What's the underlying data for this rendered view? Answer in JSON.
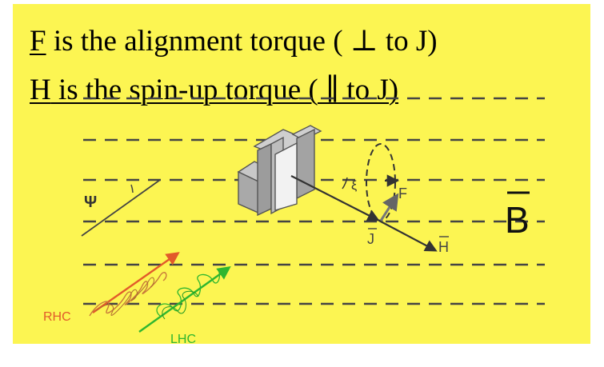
{
  "heading": {
    "line1": {
      "symbol": "F",
      "text": " is the alignment torque ( ⊥ to J)"
    },
    "line2": {
      "symbol": "H",
      "text": " is the spin-up torque ( ∥ to J)"
    }
  },
  "diagram": {
    "psi_label": "Ψ",
    "xi_label": "ξ",
    "F_label": "F",
    "J_label": "J",
    "H_label": "H",
    "B_label": "B",
    "rhc_label": "RHC",
    "lhc_label": "LHC"
  },
  "colors": {
    "background": "#fcf552",
    "rhc": "#e25a2a",
    "lhc": "#2fb62f",
    "arrow": "#333333"
  }
}
